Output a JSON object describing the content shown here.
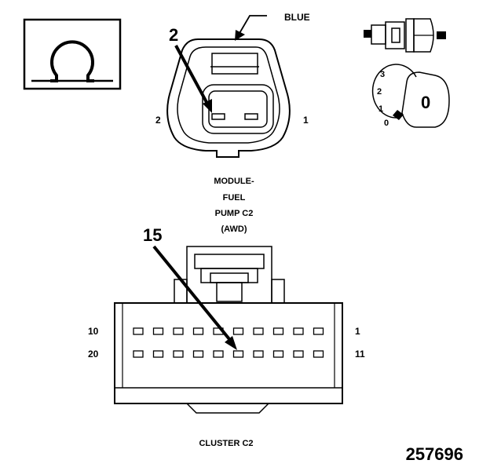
{
  "ohm_symbol": "Ω",
  "top_connector": {
    "wire_color_label": "BLUE",
    "callout_pin": "2",
    "pin_left_label": "2",
    "pin_right_label": "1",
    "name_line1": "MODULE-",
    "name_line2": "FUEL",
    "name_line3": "PUMP C2",
    "name_line4": "(AWD)"
  },
  "dial": {
    "positions": [
      "3",
      "2",
      "1",
      "0"
    ],
    "value": "0"
  },
  "bottom_connector": {
    "callout_pin": "15",
    "row1_left_label": "10",
    "row1_right_label": "1",
    "row2_left_label": "20",
    "row2_right_label": "11",
    "name": "CLUSTER C2"
  },
  "figure_number": "257696"
}
